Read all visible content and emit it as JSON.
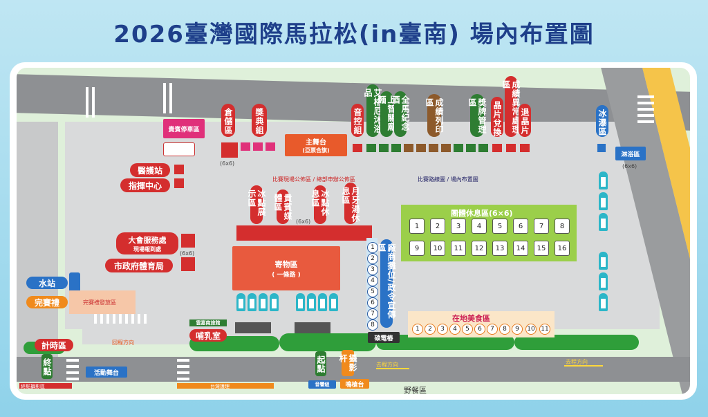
{
  "title": "2026臺灣國際馬拉松(in臺南) 場內布置圖",
  "labels": {
    "vip_parking": "貴賓停車區",
    "warehouse": "倉儲區",
    "award": "獎典組",
    "main_stage": "主舞台",
    "main_stage_sub": "(亞票合旗)",
    "sound": "音控組",
    "wenge_bath": "艾格厄沐浴品",
    "shangzhi": "上智關廟麵",
    "quanma": "全馬紀念酒",
    "result_print": "成績列印區",
    "medal": "獎牌管理區",
    "chip_exchange": "晶片兌換",
    "result_abnormal": "成績異常處理區",
    "chip_return": "退晶片",
    "ice": "冰瀑區",
    "shower": "淋浴區",
    "first_aid": "醫護站",
    "command": "指揮中心",
    "ice_exhibit": "冰點展示區",
    "vip_media": "貴賓媒體區",
    "ice_rest": "冰點休息區",
    "moon_rest": "月牙湯休息區",
    "service": "大會服務處",
    "service_sub": "現場報到處",
    "sports_bureau": "市政府體育局",
    "bag_storage": "寄物區",
    "bag_storage_sub": "( 一條路 )",
    "water": "水站",
    "finish_gift": "完賽禮",
    "finish_gift_area": "完賽禮發放區",
    "timing": "計時區",
    "finish": "終點",
    "start": "起點",
    "nursing": "哺乳室",
    "nursing_sub": "雲嘉南旅館",
    "group_rest": "團體休息區(6×6)",
    "food": "在地美食區",
    "sponsors": "廠商攤位/政令宣傳區",
    "photo": "攝影杆",
    "picnic": "野餐區",
    "stage_small": "活動舞台",
    "wind": "鳴槍台",
    "dir1": "去程方向",
    "dir2": "去程方向",
    "backdir": "回程方向",
    "size1": "(6x6)",
    "size2": "(6x6)",
    "size3": "(6x6)",
    "size4": "(6x6)",
    "dish": "碳電樁",
    "notice1": "比賽現場公佈區 / 總部申辦公佈區",
    "notice2": "比賽路線圖 / 場內布置圖",
    "bottom1": "終點攝影區",
    "bottom2": "台灣護理",
    "bottom3": "音響組"
  },
  "group_tents": [
    "1",
    "2",
    "3",
    "4",
    "5",
    "6",
    "7",
    "8",
    "9",
    "10",
    "11",
    "12",
    "13",
    "14",
    "15",
    "16"
  ],
  "food_stalls": [
    "1",
    "2",
    "3",
    "4",
    "5",
    "6",
    "7",
    "8",
    "9",
    "10",
    "11"
  ],
  "sponsor_numbers": [
    "1",
    "2",
    "3",
    "4",
    "5",
    "6",
    "7",
    "8"
  ],
  "colors": {
    "title": "#1e3f8a",
    "red": "#d42e2e",
    "green": "#2e7d32",
    "brown": "#8d5a2b",
    "pink": "#e0307a",
    "blue": "#2a72c6",
    "orange": "#f08a1c",
    "lime": "#9bcf4a"
  }
}
